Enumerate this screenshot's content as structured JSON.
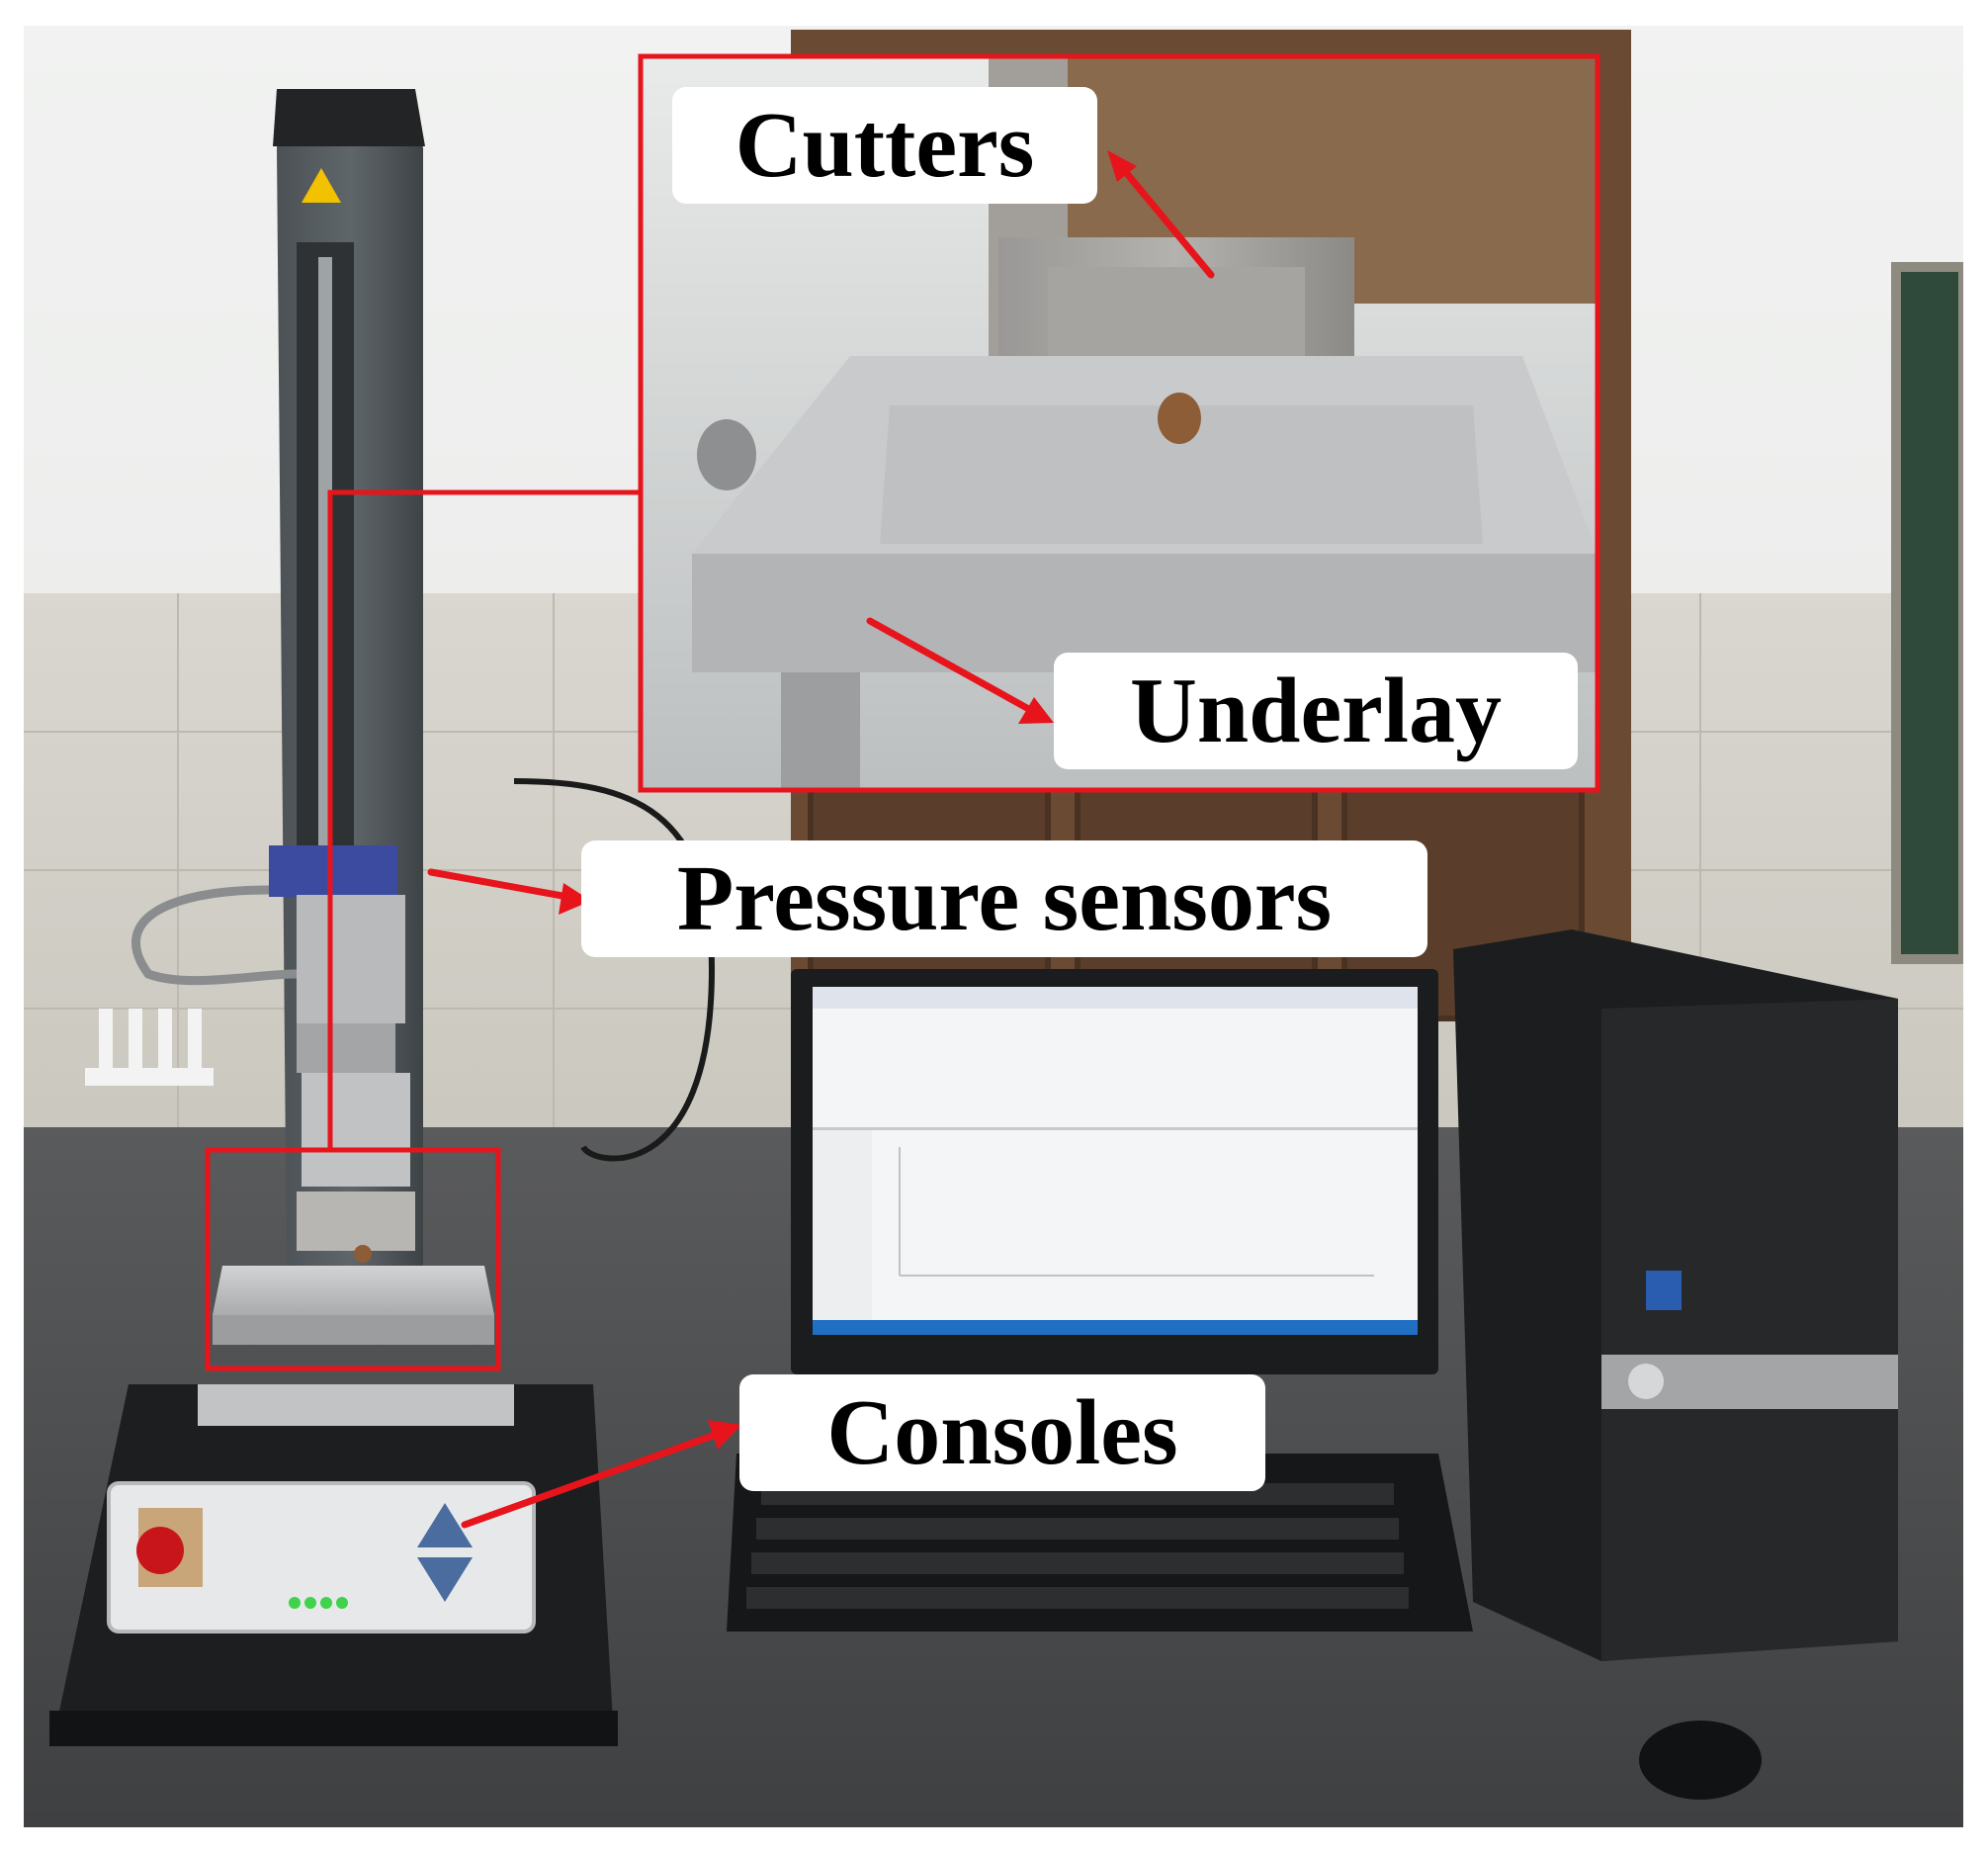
{
  "figure": {
    "labels": {
      "cutters": "Cutters",
      "underlay": "Underlay",
      "pressure_sensors": "Pressure sensors",
      "consoles": "Consoles"
    },
    "colors": {
      "highlight_box": "#e8141c",
      "arrow": "#e8141c",
      "label_background": "#ffffff",
      "label_text": "#000000"
    }
  }
}
